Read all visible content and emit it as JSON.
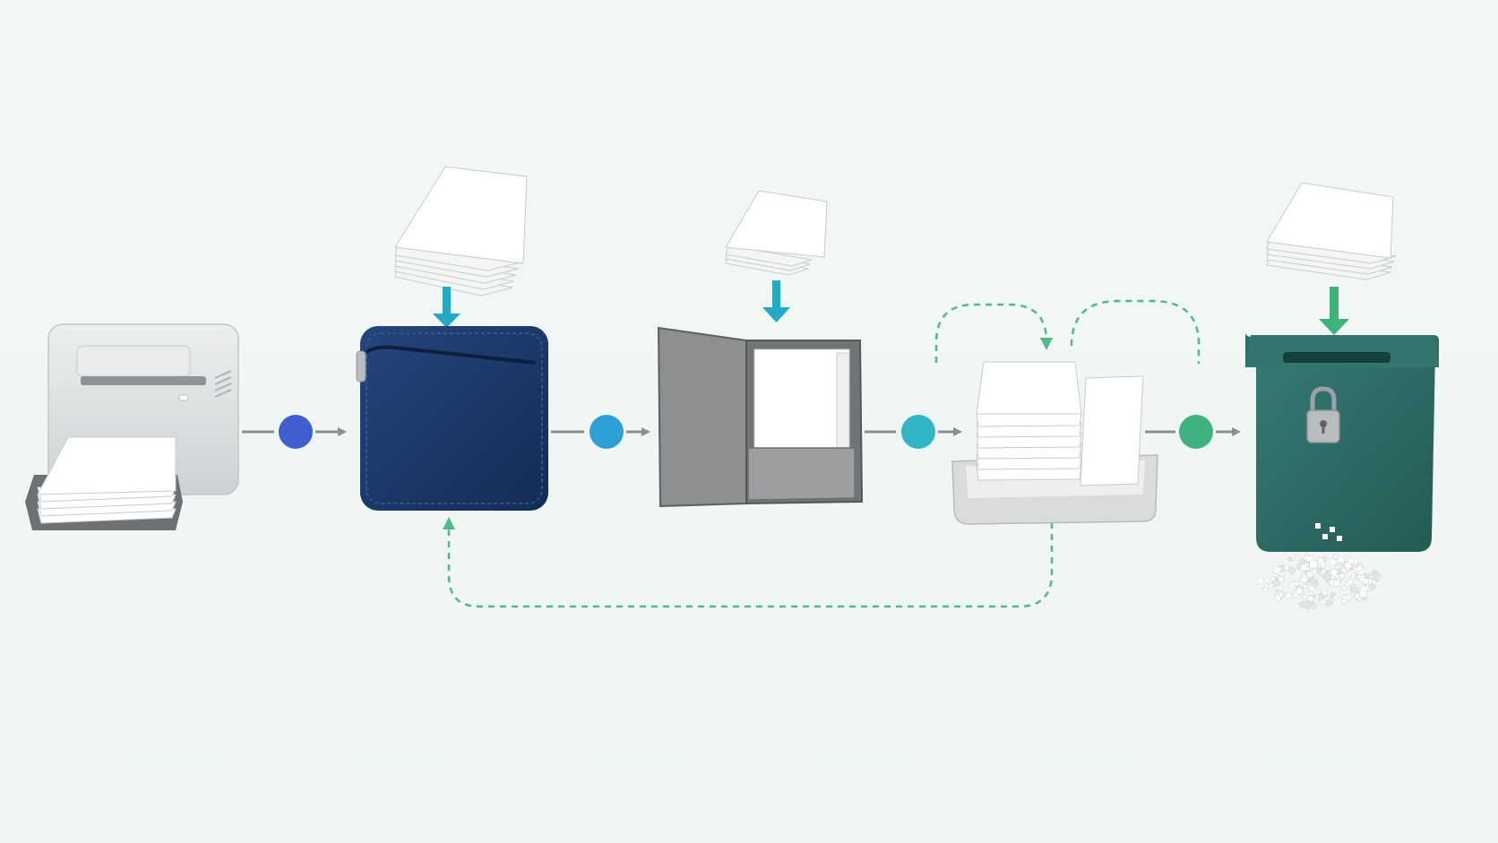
{
  "diagram": {
    "type": "document-lifecycle-flow",
    "colors": {
      "background": "#f1f7f4",
      "flow_arrow": "#8a8f92",
      "feedback_loop": "#4fb98a",
      "stage_arrow_cyan": "#25a8c4",
      "stage_arrow_green": "#3fb37a",
      "sleeve": "#1c3a6c",
      "binder": "#8d8f90",
      "tray": "#d9dbdc",
      "secure_bin": "#2f6d68",
      "printer": "#dcdee0"
    },
    "stages": [
      {
        "name": "printer",
        "icon": "printer-icon"
      },
      {
        "name": "zip-sleeve",
        "icon": "zip-sleeve-icon"
      },
      {
        "name": "pocket-folder",
        "icon": "pocket-folder-icon"
      },
      {
        "name": "desk-tray",
        "icon": "document-tray-icon"
      },
      {
        "name": "locked-shred-bin",
        "icon": "locked-bin-icon"
      }
    ],
    "connectors": [
      {
        "from": "printer",
        "to": "zip-sleeve",
        "dot_color": "#3f5fcf"
      },
      {
        "from": "zip-sleeve",
        "to": "pocket-folder",
        "dot_color": "#2b9fd6"
      },
      {
        "from": "pocket-folder",
        "to": "desk-tray",
        "dot_color": "#30b6c5"
      },
      {
        "from": "desk-tray",
        "to": "locked-shred-bin",
        "dot_color": "#3fb37f"
      }
    ],
    "incoming_paper": [
      "zip-sleeve",
      "pocket-folder",
      "locked-shred-bin"
    ],
    "loops": [
      {
        "from": "desk-tray",
        "to": "zip-sleeve",
        "style": "dashed"
      },
      {
        "from": "desk-tray",
        "to": "desk-tray",
        "style": "dashed"
      }
    ]
  }
}
